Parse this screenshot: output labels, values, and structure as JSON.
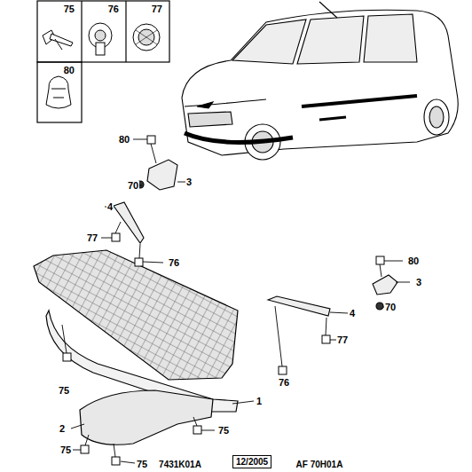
{
  "diagram": {
    "nodes": [
      {
        "text": [
          "75"
        ]
      },
      {
        "text": [
          "76"
        ]
      },
      {
        "text": [
          "77"
        ]
      },
      {
        "text": [
          "80"
        ]
      },
      {
        "text": [
          "12/2005"
        ]
      }
    ],
    "labels": [
      "80",
      "3",
      "70",
      "4",
      "77",
      "76",
      "80",
      "3",
      "4",
      "70",
      "77",
      "76",
      "75",
      "1",
      "2",
      "75",
      "75",
      "75",
      "7431K01A",
      "AF 70H01A"
    ]
  }
}
